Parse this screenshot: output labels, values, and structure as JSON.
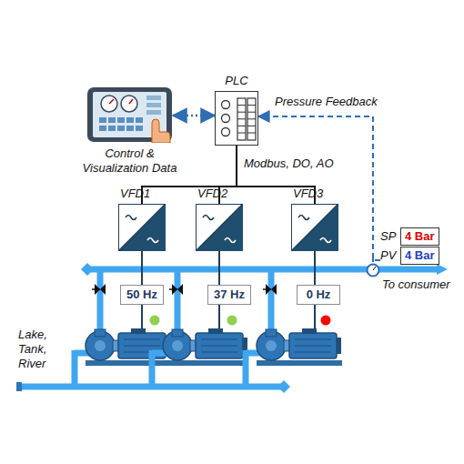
{
  "diagram": {
    "nodes": [
      {
        "text": [
          "Control & Visualization Data"
        ]
      },
      {
        "text": [
          "PLC"
        ]
      },
      {
        "text": [
          "VFD1"
        ]
      },
      {
        "text": [
          "VFD2"
        ]
      },
      {
        "text": [
          "VFD3"
        ]
      },
      {
        "text": [
          "50 Hz"
        ]
      },
      {
        "text": [
          "37 Hz"
        ]
      },
      {
        "text": [
          "0 Hz"
        ]
      },
      {
        "text": [
          "SP",
          "4 Bar",
          "PV",
          "4 Bar"
        ]
      }
    ],
    "edges": [
      {
        "from": 0,
        "to": 1,
        "arrow": "both"
      },
      {
        "from": 8,
        "to": 1,
        "label": "Pressure Feedback",
        "arrow": "to"
      },
      {
        "from": 1,
        "to": 2,
        "label": "Modbus, DO, AO",
        "arrow": "none"
      },
      {
        "from": 1,
        "to": 3,
        "arrow": "none"
      },
      {
        "from": 1,
        "to": 4,
        "arrow": "none"
      }
    ],
    "labels": [
      "Lake, Tank, River",
      "To consumer"
    ]
  }
}
